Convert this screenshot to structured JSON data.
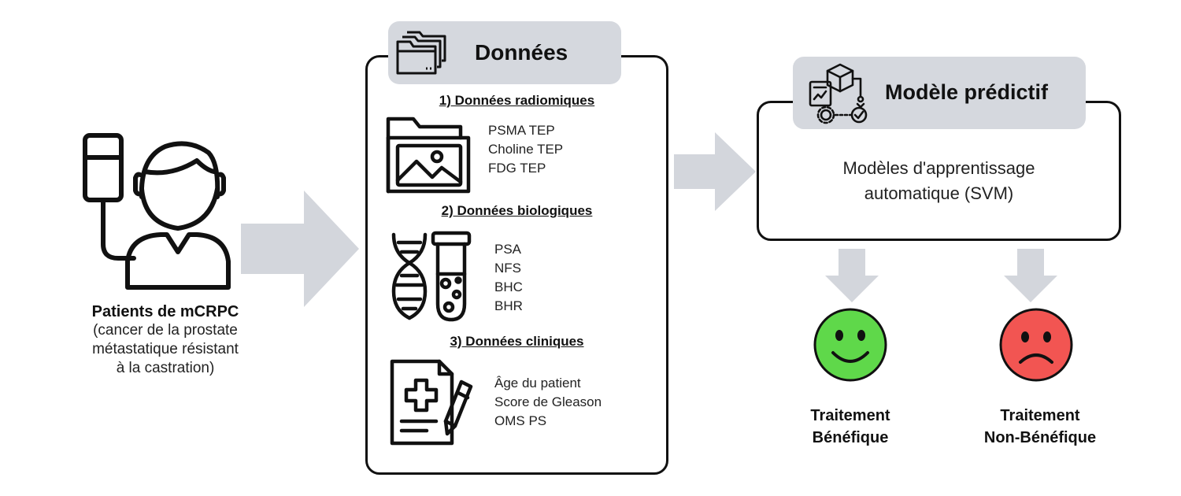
{
  "patients": {
    "title": "Patients de mCRPC",
    "description_lines": [
      "(cancer de la prostate",
      "métastatique résistant",
      "à la castration)"
    ],
    "icon": "patient-iv-icon"
  },
  "data_panel": {
    "title": "Données",
    "icon": "folders-icon",
    "sections": [
      {
        "title": "1) Données radiomiques",
        "icon": "image-folder-icon",
        "items": [
          "PSMA TEP",
          "Choline TEP",
          "FDG TEP"
        ]
      },
      {
        "title": "2) Données biologiques",
        "icon": "dna-test-tube-icon",
        "items": [
          "PSA",
          "NFS",
          "BHC",
          "BHR"
        ]
      },
      {
        "title": "3) Données cliniques",
        "icon": "medical-record-icon",
        "items": [
          "Âge du patient",
          "Score de Gleason",
          "OMS PS"
        ]
      }
    ]
  },
  "model_panel": {
    "title": "Modèle prédictif",
    "icon": "model-pipeline-icon",
    "body_lines": [
      "Modèles d'apprentissage",
      "automatique (SVM)"
    ]
  },
  "outcomes": [
    {
      "label_lines": [
        "Traitement",
        "Bénéfique"
      ],
      "icon": "happy-face-icon",
      "color": "#5fd84a"
    },
    {
      "label_lines": [
        "Traitement",
        "Non-Bénéfique"
      ],
      "icon": "sad-face-icon",
      "color": "#f25552"
    }
  ],
  "colors": {
    "arrow": "#d3d6dc",
    "tab": "#d5d8de",
    "outline": "#111111"
  }
}
